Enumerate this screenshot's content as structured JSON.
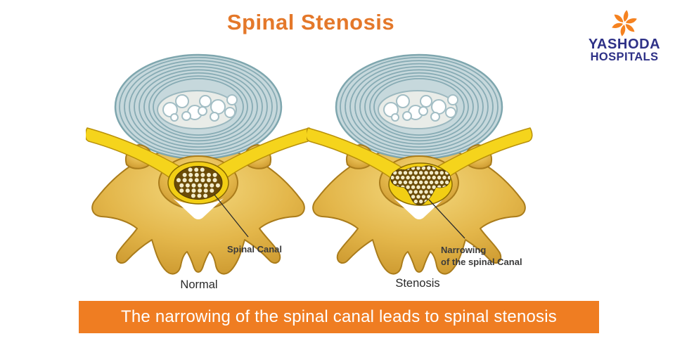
{
  "title": "Spinal Stenosis",
  "logo": {
    "line1": "YASHODA",
    "line2": "HOSPITALS",
    "flower_icon": "six-petal-flower"
  },
  "panels": [
    {
      "id": "normal",
      "caption": "Normal",
      "label_line1": "Spinal Canal",
      "label_line2": ""
    },
    {
      "id": "stenosis",
      "caption": "Stenosis",
      "label_line1": "Narrowing",
      "label_line2": "of the spinal Canal"
    }
  ],
  "banner": {
    "text": "The narrowing of the spinal canal leads to spinal stenosis"
  },
  "colors": {
    "title": "#e4782a",
    "banner_bg": "#ef7d22",
    "banner_text": "#ffffff",
    "logo_navy": "#2e3187",
    "logo_orange": "#f58220",
    "disc_fill": "#c6d8dc",
    "disc_outline": "#7ea6ae",
    "disc_ring": "#87abb4",
    "nucleus_bg": "#e9ece8",
    "nucleus_blob": "#ffffff",
    "nucleus_stroke": "#a3bec5",
    "bone_light": "#f3d87e",
    "bone_mid": "#e3b64a",
    "bone_dark": "#c8932a",
    "bone_outline": "#aa7c1b",
    "band_fill": "#f5d41c",
    "band_outline": "#b8900a",
    "canal_ring": "#f2ce14",
    "canal_ring_outline": "#8a6a00",
    "canal_dark": "#6b4c08",
    "canal_dot": "#f3ecca",
    "pointer": "#2b2b2b",
    "label_text": "#3b3b3b"
  }
}
